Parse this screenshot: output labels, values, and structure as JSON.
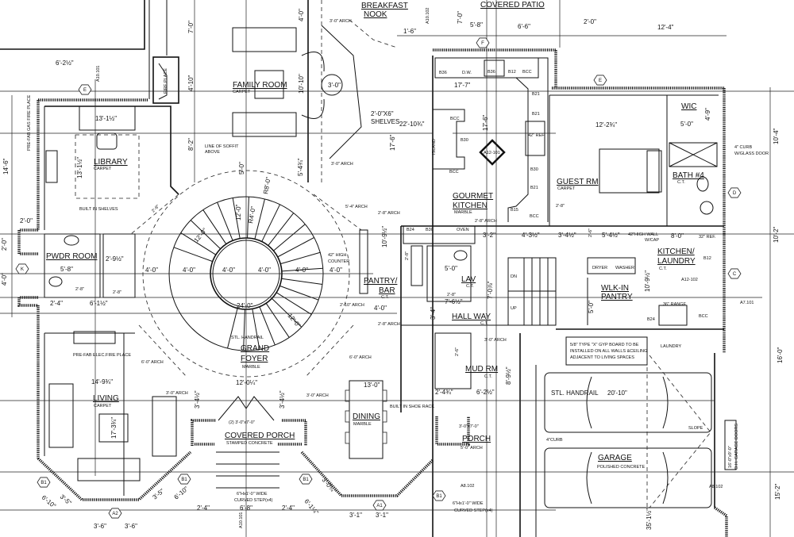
{
  "drawing": {
    "rooms": {
      "family_room": {
        "name": "FAMILY ROOM",
        "finish": "CARPET"
      },
      "library": {
        "name": "LIBRARY",
        "finish": "CARPET"
      },
      "powder_room": {
        "name": "PWDR ROOM"
      },
      "living": {
        "name": "LIVING",
        "finish": "CARPET"
      },
      "grand_foyer": {
        "name1": "GRAND",
        "name2": "FOYER",
        "finish": "MARBLE"
      },
      "covered_porch": {
        "name": "COVERED PORCH",
        "finish": "STAMPED CONCRETE"
      },
      "dining": {
        "name": "DINING",
        "finish": "MARBLE"
      },
      "kitchen": {
        "name1": "GOURMET",
        "name2": "KITCHEN",
        "finish": "MARBLE"
      },
      "guest_rm": {
        "name": "GUEST RM",
        "finish": "CARPET"
      },
      "wic": {
        "name": "WIC"
      },
      "bath4": {
        "name": "BATH #4",
        "finish": "C.T."
      },
      "kitchen_laundry": {
        "name1": "KITCHEN/",
        "name2": "LAUNDRY",
        "finish": "C.T."
      },
      "walkin_pantry": {
        "name1": "WLK-IN",
        "name2": "PANTRY"
      },
      "pantry_bar": {
        "name1": "PANTRY/",
        "name2": "BAR",
        "finish": "C.T."
      },
      "lav": {
        "name": "LAV",
        "finish": "C.T."
      },
      "hall_way": {
        "name": "HALL WAY",
        "finish": "C.T."
      },
      "mud_rm": {
        "name": "MUD RM",
        "finish": "C.T."
      },
      "porch": {
        "name": "PORCH"
      },
      "garage": {
        "name": "GARAGE",
        "finish": "POLISHED CONCRETE"
      },
      "covered_patio": {
        "name": "COVERED PATIO"
      },
      "nook": {
        "name1": "BREAKFAST",
        "name2": "NOOK"
      }
    },
    "notes": {
      "gas_fireplace": "PRE-FAB GAS FIRE PLACE",
      "built_in_shelves": "BUILT IN SHELVES",
      "fire_place": "FIRE PLACE",
      "soffit_1": "LINE OF SOFFIT",
      "soffit_2": "ABOVE",
      "shelves_1": "2'-0\"X6\"",
      "shelves_2": "SHELVES",
      "counter_1": "42\" HIGH",
      "counter_2": "COUNTER",
      "handrail_foyer": "STL. HANDRAIL",
      "elec_fireplace": "PRE-FAB ELEC.FIRE PLACE",
      "step_porch_1": "6\"Hx1'-0\" WIDE",
      "step_porch_2": "CURVED STEP(x4)",
      "step_side_1": "6\"Hx1'-0\" WIDE",
      "step_side_2": "CURVED STEP(x4)",
      "shoe_rack": "BUILT IN SHOE RACK",
      "curb_glass_1": "4\" CURB",
      "curb_glass_2": "W/GLASS DOOR",
      "high_wall_1": "42\"HIGH WALL",
      "high_wall_2": "W/CAP",
      "gyp_1": "5/8\" TYPE \"X\" GYP BOARD TO BE",
      "gyp_2": "INSTALLED ON ALL WALLS &CEILING",
      "gyp_3": "ADJACENT TO LIVING SPACES",
      "laundry": "LAUNDRY",
      "handrail_garage": "STL. HANDRAIL",
      "curb": "4\"CURB",
      "slope": "SLOPE",
      "garage_doors_1": "16'-0\"x9'-0\"",
      "garage_doors_2": "O.H. GARAGE DOORS",
      "range": "36\" RANGE",
      "island": "ISLAND",
      "dn": "DN",
      "up": "UP"
    },
    "fixtures": [
      "B36",
      "D.W.",
      "B36",
      "B12",
      "BCC",
      "B21",
      "B21",
      "42\" REF",
      "B30",
      "B21",
      "B15",
      "BCC",
      "BCC",
      "B30",
      "BCC",
      "B24",
      "B30",
      "OVEN",
      "32\" REF.",
      "B12",
      "B24",
      "BCC",
      "DRYER",
      "WASHER"
    ],
    "tags": [
      "E",
      "F",
      "E",
      "D",
      "C",
      "K",
      "B1",
      "B1",
      "B1",
      "B1",
      "A2",
      "A1"
    ],
    "section_refs": [
      "A10.101",
      "A10.102",
      "A7.101",
      "A8.102",
      "A8.102",
      "A12-101",
      "A12-102",
      "A10.101"
    ],
    "doors": [
      "(2) 3'-0\"x7'-0\"",
      "3'-0\"x7'-0\"",
      "2'-8\"",
      "2'-8\"",
      "2'-8\"",
      "2'-8\"",
      "2'-8\"",
      "2'-8\"",
      "2'-6\"",
      "2'-6\""
    ],
    "arches": [
      "3'-0\" ARCH",
      "3'-0\" ARCH",
      "5'-4\" ARCH",
      "2'-8\" ARCH",
      "2'-8\" ARCH",
      "2'-10\" ARCH",
      "2'-8\" ARCH",
      "6'-0\" ARCH",
      "6'-0\" ARCH",
      "3'-0\" ARCH",
      "3'-0\" ARCH",
      "3'-0\" ARCH",
      "5'-0\" ARCH"
    ],
    "dimensions": [
      "6'-2½\"",
      "7'-0\"",
      "4'-10\"",
      "8'-2\"",
      "13'-1½\"",
      "13'-1½\"",
      "14'-6\"",
      "2'-0\"",
      "2'-0\"",
      "4'-0\"",
      "5'-8\"",
      "2'-9½\"",
      "6'-1½\"",
      "2'-4\"",
      "4'-0\"",
      "4'-0\"",
      "4'-0\"",
      "4'-0\"",
      "4'-0\"",
      "4'-0\"",
      "24'-0\"",
      "12'-0\"",
      "12'-0\"",
      "R8'-0\"",
      "R4'-0\"",
      "12'-0\"",
      "5'-4¾\"",
      "5'-0\"",
      "10'-10\"",
      "4'-0\"",
      "3'-0\"",
      "17'-6\"",
      "14'-9¾\"",
      "12'-0¼\"",
      "17'-3¾\"",
      "3'-4½\"",
      "3'-4½\"",
      "6'-10\"",
      "3'-5\"",
      "3'-5\"",
      "6'-10\"",
      "2'-4\"",
      "6'-8\"",
      "2'-4\"",
      "3'-0¾\"",
      "6'-1¼\"",
      "3'-1\"",
      "3'-1\"",
      "3'-6\"",
      "3'-6\"",
      "13'-0\"",
      "1'-6\"",
      "7'-0\"",
      "5'-8\"",
      "6'-6\"",
      "12'-4\"",
      "2'-0\"",
      "17'-7\"",
      "22'-10¾\"",
      "17'-6\"",
      "12'-2¾\"",
      "5'-0\"",
      "4'-9\"",
      "10'-4\"",
      "10'-2\"",
      "16'-0\"",
      "15'-2\"",
      "3'-2\"",
      "4'-3½\"",
      "3'-4½\"",
      "5'-4½\"",
      "8'-0\"",
      "10'-9½\"",
      "5'-0\"",
      "7'-0⅞\"",
      "5'-0\"",
      "7'-6½\"",
      "3'-4\"",
      "4'-0\"",
      "10'-9½\"",
      "20'-10\"",
      "6'-2½\"",
      "2'-4¾\"",
      "8'-9½\"",
      "35'-1½\""
    ]
  }
}
